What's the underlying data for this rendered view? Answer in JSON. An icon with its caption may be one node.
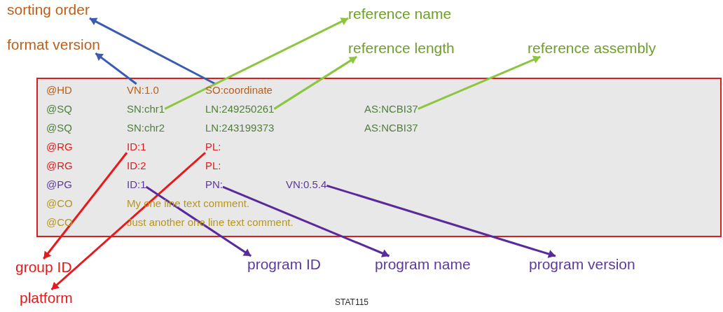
{
  "diagram": {
    "nodes": [
      {
        "text": [
          "sorting order"
        ]
      },
      {
        "text": [
          "reference name"
        ]
      },
      {
        "text": [
          "format version"
        ]
      },
      {
        "text": [
          "reference length"
        ]
      },
      {
        "text": [
          "reference assembly"
        ]
      },
      {
        "text": [
          "VN:1.0"
        ]
      },
      {
        "text": [
          "SO:coordinate"
        ]
      },
      {
        "text": [
          "SN:chr1"
        ]
      },
      {
        "text": [
          "LN:249250261"
        ]
      },
      {
        "text": [
          "AS:NCBI37"
        ]
      },
      {
        "text": [
          "ID:1"
        ]
      },
      {
        "text": [
          "PL:"
        ]
      },
      {
        "text": [
          "ID:1"
        ]
      },
      {
        "text": [
          "PN:"
        ]
      },
      {
        "text": [
          "VN:0.5.4"
        ]
      },
      {
        "text": [
          "group ID"
        ]
      },
      {
        "text": [
          "program ID"
        ]
      },
      {
        "text": [
          "program name"
        ]
      },
      {
        "text": [
          "program version"
        ]
      },
      {
        "text": [
          "platform"
        ]
      }
    ],
    "edges": [
      {
        "from": 6,
        "to": 0,
        "arrow": "to",
        "color": "#3a5cb0"
      },
      {
        "from": 5,
        "to": 2,
        "arrow": "to",
        "color": "#3a5cb0"
      },
      {
        "from": 7,
        "to": 1,
        "arrow": "to",
        "color": "#8cc63f"
      },
      {
        "from": 8,
        "to": 3,
        "arrow": "to",
        "color": "#8cc63f"
      },
      {
        "from": 9,
        "to": 4,
        "arrow": "to",
        "color": "#8cc63f"
      },
      {
        "from": 10,
        "to": 15,
        "arrow": "to",
        "color": "#e8191b"
      },
      {
        "from": 11,
        "to": 19,
        "arrow": "to",
        "color": "#e8191b"
      },
      {
        "from": 12,
        "to": 16,
        "arrow": "to",
        "color": "#5a2a9a"
      },
      {
        "from": 13,
        "to": 17,
        "arrow": "to",
        "color": "#5a2a9a"
      },
      {
        "from": 14,
        "to": 18,
        "arrow": "to",
        "color": "#5a2a9a"
      }
    ],
    "labels": [
      "@HD",
      "@SQ",
      "@SQ",
      "SN:chr2",
      "LN:243199373",
      "AS:NCBI37",
      "@RG",
      "@RG",
      "ID:2",
      "PL:",
      "@PG",
      "@CO",
      "My one line text comment.",
      "@CO",
      "Just another one line text comment.",
      "STAT115"
    ]
  }
}
